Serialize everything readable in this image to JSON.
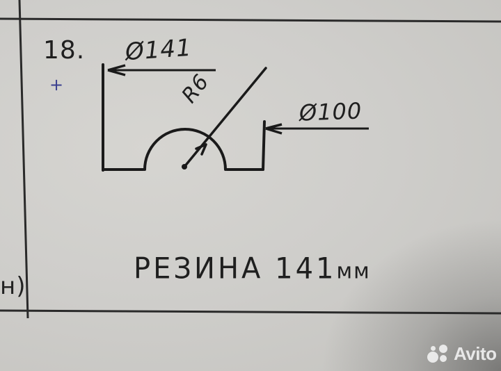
{
  "image": {
    "description": "Photo of a hand-drawn sketch on lined paper showing a rubber part profile with dimensions",
    "colors": {
      "paper": "#cfcecb",
      "ink": "#1f1f1f",
      "blue_mark": "#3a3f8f",
      "watermark": "#f0f0f0"
    }
  },
  "drawing": {
    "item_number": "18.",
    "check_mark": "+",
    "dimensions": {
      "outer_diameter": "Ø141",
      "inner_diameter": "Ø100",
      "radius": "R6"
    },
    "caption": {
      "text": "РЕЗИНА 141",
      "unit": "мм"
    },
    "edge_fragment": "н)"
  },
  "watermark": {
    "brand": "Avito"
  }
}
